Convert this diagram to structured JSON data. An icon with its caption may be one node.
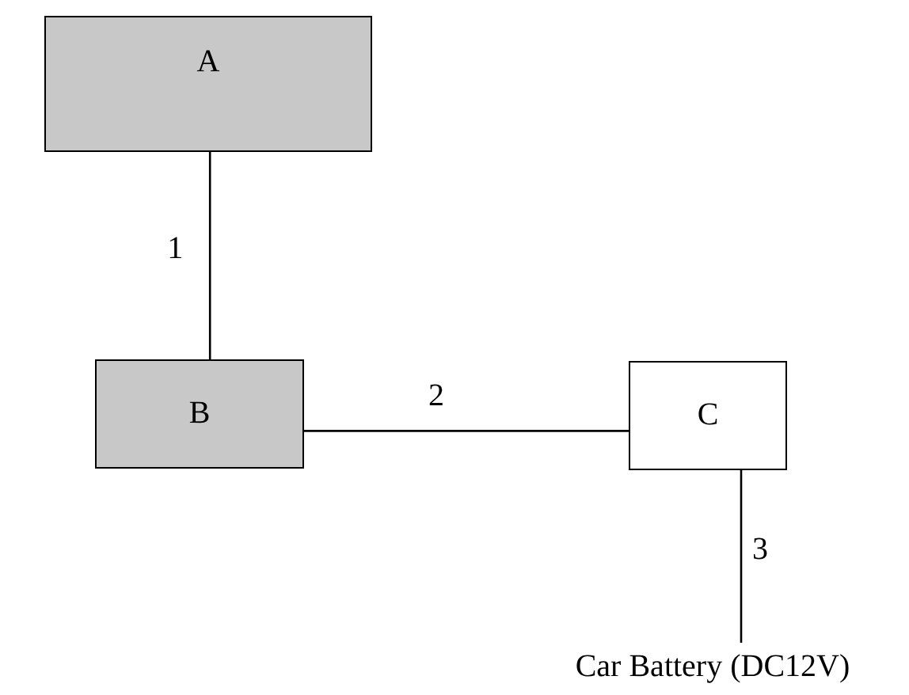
{
  "diagram": {
    "nodes": [
      {
        "text": [
          "A"
        ]
      },
      {
        "text": [
          "B"
        ]
      },
      {
        "text": [
          "C"
        ]
      },
      {
        "text": [
          "Car Battery (DC12V)"
        ]
      }
    ],
    "edges": [
      {
        "from": 0,
        "to": 1,
        "arrow": "none",
        "label": "1"
      },
      {
        "from": 1,
        "to": 2,
        "arrow": "none",
        "label": "2"
      },
      {
        "from": 2,
        "to": 3,
        "arrow": "none",
        "label": "3"
      }
    ]
  }
}
